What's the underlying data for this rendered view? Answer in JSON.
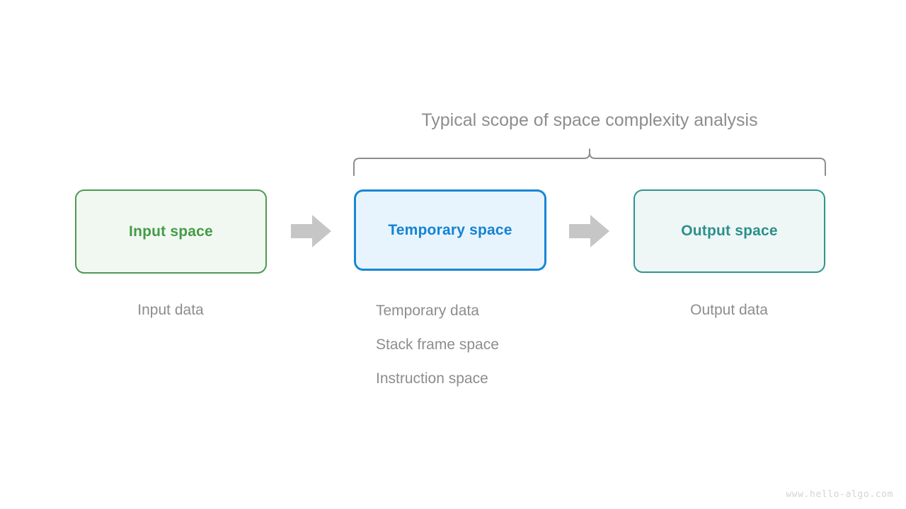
{
  "diagram": {
    "title": "Typical scope of space complexity analysis",
    "watermark": "www.hello-algo.com",
    "colors": {
      "background": "#ffffff",
      "input_border": "#4e9a51",
      "input_fill": "#f1f8f1",
      "input_text": "#449b48",
      "temporary_border": "#1787d4",
      "temporary_fill": "#e8f4fd",
      "temporary_text": "#1283d4",
      "output_border": "#2f9490",
      "output_fill": "#eef7f6",
      "output_text": "#2c8f8c",
      "arrow": "#c6c6c6",
      "annotation_text": "#8d8d8d",
      "brace_stroke": "#8d8d8d",
      "watermark_text": "#d4d4d4"
    },
    "stages": [
      {
        "id": "input",
        "label": "Input space",
        "captions": [
          "Input data"
        ]
      },
      {
        "id": "temporary",
        "label": "Temporary space",
        "captions": [
          "Temporary data",
          "Stack frame space",
          "Instruction space"
        ]
      },
      {
        "id": "output",
        "label": "Output space",
        "captions": [
          "Output data"
        ]
      }
    ],
    "arrows": [
      {
        "id": "arrow-input-to-temporary"
      },
      {
        "id": "arrow-temporary-to-output"
      }
    ]
  }
}
